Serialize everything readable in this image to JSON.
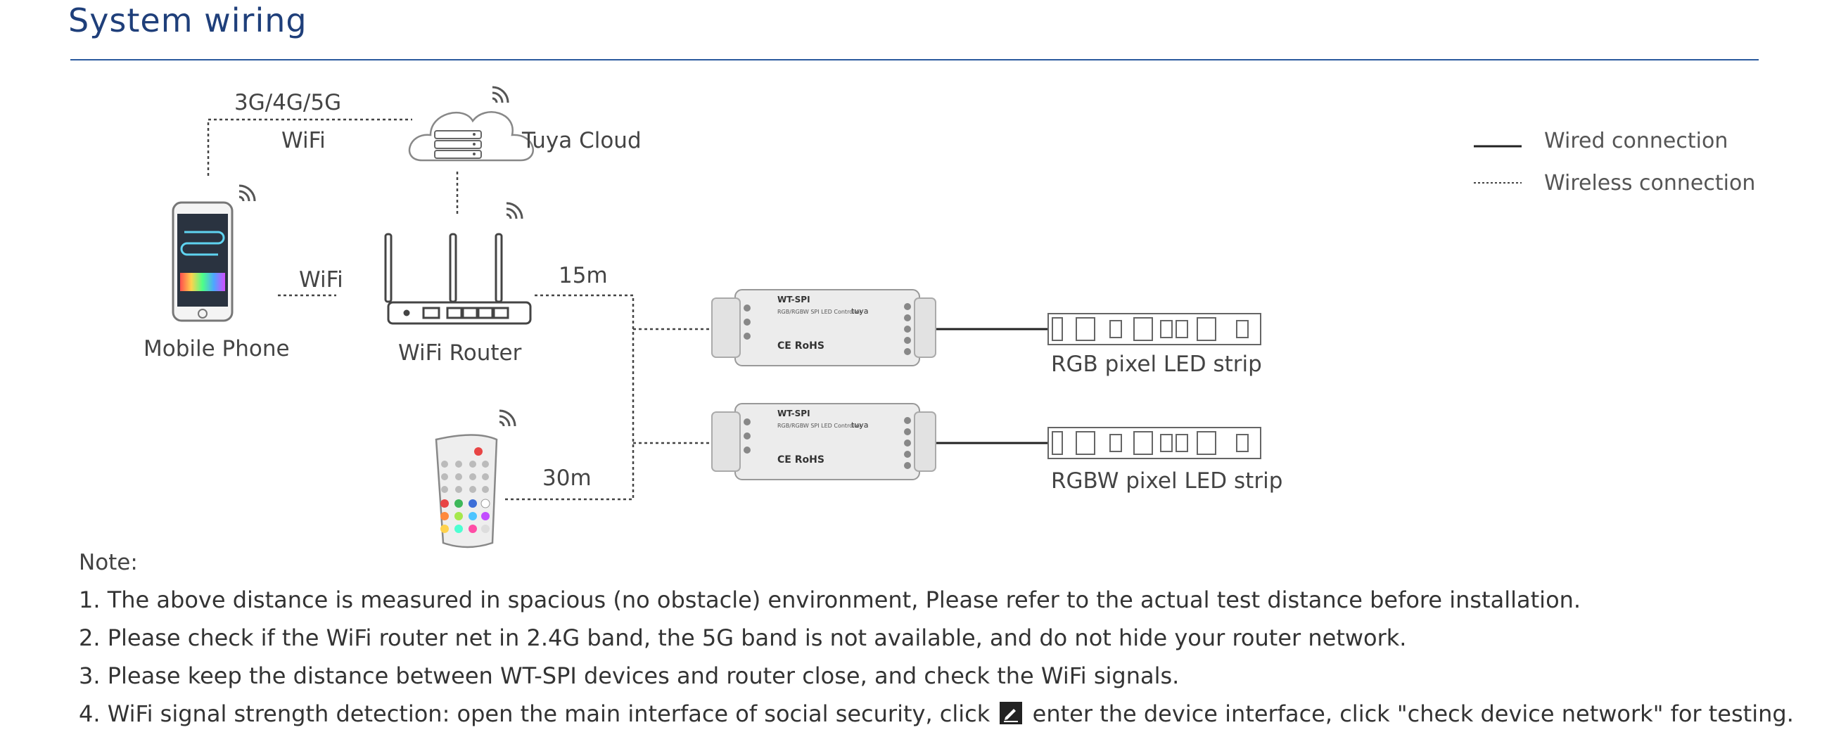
{
  "title": "System wiring",
  "legend": {
    "wired": "Wired connection",
    "wireless": "Wireless connection"
  },
  "labels": {
    "mobile_network": "3G/4G/5G",
    "wifi_top": "WiFi",
    "cloud": "Tuya Cloud",
    "wifi_phone": "WiFi",
    "mobile_phone": "Mobile Phone",
    "router": "WiFi Router",
    "distance_router": "15m",
    "distance_remote": "30m",
    "strip_rgb": "RGB pixel LED strip",
    "strip_rgbw": "RGBW pixel LED strip"
  },
  "controller": {
    "model": "WT-SPI",
    "desc": "RGB/RGBW SPI LED Controller",
    "brand": "tuya",
    "mark": "CE RoHS"
  },
  "notes": {
    "heading": "Note:",
    "n1": "1. The above distance is measured in spacious (no obstacle) environment, Please refer to the actual test distance before installation.",
    "n2": "2. Please check if the WiFi router net in 2.4G band, the 5G band is not available, and do not hide your router network.",
    "n3": "3. Please keep the distance between WT-SPI devices and router close, and check the WiFi signals.",
    "n4a": "4. WiFi signal strength detection: open the main interface of social security, click",
    "n4b": "enter the device interface, click \"check device network\" for testing."
  },
  "colors": {
    "title": "#1f3f7a",
    "rule": "#2a5a9e",
    "line": "#222222",
    "device": "#e9e9e9"
  },
  "icons": [
    "wifi-signal-icon",
    "cloud-server-icon",
    "smartphone-icon",
    "router-icon",
    "remote-control-icon",
    "controller-icon",
    "led-strip-icon",
    "edit-icon"
  ]
}
